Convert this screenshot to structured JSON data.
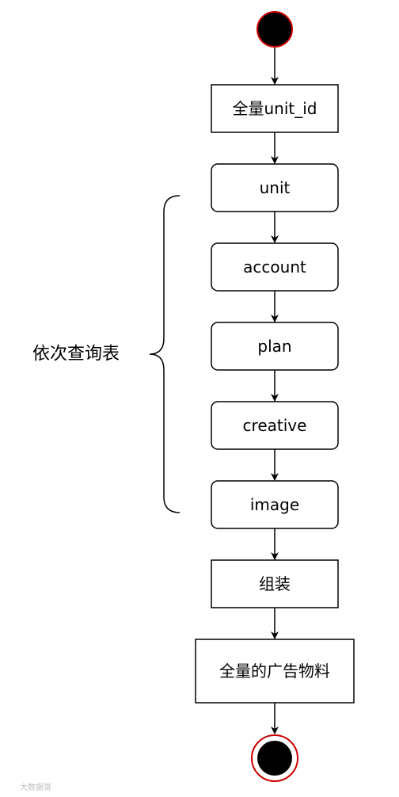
{
  "flow": {
    "step_unit_ids": "全量unit_id",
    "step_unit": "unit",
    "step_account": "account",
    "step_plan": "plan",
    "step_creative": "creative",
    "step_image": "image",
    "step_assemble": "组装",
    "step_result": "全量的广告物料"
  },
  "brace_label": "依次查询表",
  "watermark": "大数据哥",
  "colors": {
    "stroke": "#000000",
    "start_ring": "#cc0000",
    "fill_dot": "#000000",
    "background": "#ffffff"
  }
}
